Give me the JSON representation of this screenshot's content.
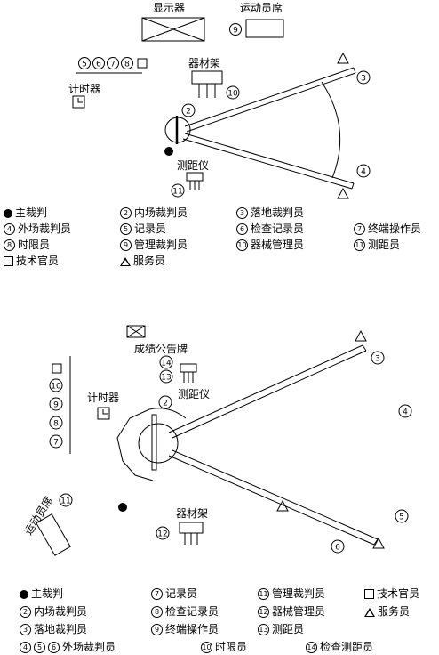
{
  "top": {
    "display_label": "显示器",
    "athlete_seat_label": "运动员席",
    "athlete_seat_num": "9",
    "equipment_label": "器材架",
    "equipment_num": "10",
    "timer_label": "计时器",
    "edm_label": "测距仪",
    "edm_num": "11",
    "group_nums": [
      "5",
      "6",
      "7",
      "8"
    ],
    "inner_judge_num": "2",
    "landing_judge_num": "3",
    "outside_judge_num": "4"
  },
  "top_legend": [
    {
      "sym": "dot",
      "num": "",
      "text": "主裁判"
    },
    {
      "sym": "circ",
      "num": "2",
      "text": "内场裁判员"
    },
    {
      "sym": "circ",
      "num": "3",
      "text": "落地裁判员"
    },
    {
      "sym": "circ",
      "num": "4",
      "text": "外场裁判员"
    },
    {
      "sym": "circ",
      "num": "5",
      "text": "记录员"
    },
    {
      "sym": "circ",
      "num": "6",
      "text": "检查记录员"
    },
    {
      "sym": "circ",
      "num": "7",
      "text": "终端操作员"
    },
    {
      "sym": "circ",
      "num": "8",
      "text": "时限员"
    },
    {
      "sym": "circ",
      "num": "9",
      "text": "管理裁判员"
    },
    {
      "sym": "circ",
      "num": "10",
      "text": "器械管理员"
    },
    {
      "sym": "circ",
      "num": "11",
      "text": "测距员"
    },
    {
      "sym": "sq",
      "num": "",
      "text": "技术官员"
    },
    {
      "sym": "tri",
      "num": "",
      "text": "服务员"
    }
  ],
  "bottom": {
    "scoreboard_label": "成绩公告牌",
    "edm_label": "测距仪",
    "edm_nums": [
      "14",
      "13"
    ],
    "timer_label": "计时器",
    "equipment_label": "器材架",
    "equipment_num": "12",
    "athlete_seat_label": "运动员席",
    "athlete_seat_num": "11",
    "column_nums": [
      "10",
      "9",
      "8",
      "7"
    ],
    "inner_judge_num": "2",
    "landing_judge_num": "3",
    "mid_judge_num": "4",
    "outer_judge_num": "5",
    "far_judge_num": "6"
  },
  "bottom_legend": [
    {
      "sym": "dot",
      "num": "",
      "text": "主裁判"
    },
    {
      "sym": "circ",
      "num": "7",
      "text": "记录员"
    },
    {
      "sym": "circ",
      "num": "11",
      "text": "管理裁判员"
    },
    {
      "sym": "sq",
      "num": "",
      "text": "技术官员"
    },
    {
      "sym": "circ",
      "num": "2",
      "text": "内场裁判员"
    },
    {
      "sym": "circ",
      "num": "8",
      "text": "检查记录员"
    },
    {
      "sym": "circ",
      "num": "12",
      "text": "器械管理员"
    },
    {
      "sym": "tri",
      "num": "",
      "text": "服务员"
    },
    {
      "sym": "circ",
      "num": "3",
      "text": "落地裁判员"
    },
    {
      "sym": "circ",
      "num": "9",
      "text": "终端操作员"
    },
    {
      "sym": "circ",
      "num": "13",
      "text": "测距员"
    },
    {
      "sym": "circ3",
      "num": "",
      "text": "外场裁判员"
    },
    {
      "sym": "circ",
      "num": "10",
      "text": "时限员"
    },
    {
      "sym": "circ",
      "num": "14",
      "text": "检查测距员"
    }
  ],
  "bottom_legend_group": [
    "4",
    "5",
    "6"
  ]
}
